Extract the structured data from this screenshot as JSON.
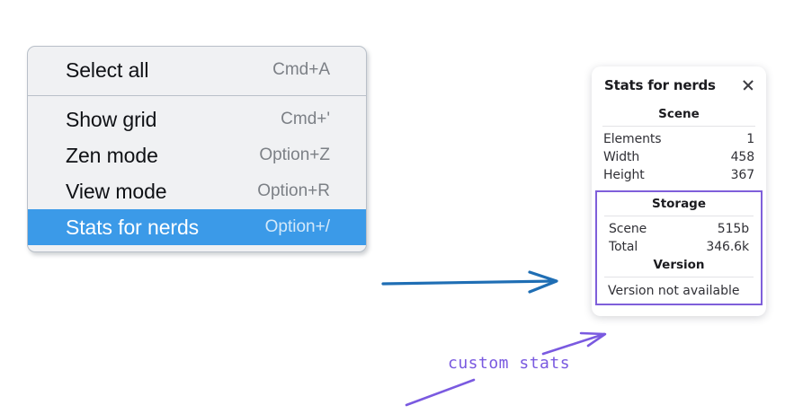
{
  "context_menu": {
    "groups": [
      {
        "items": [
          {
            "label": "Select all",
            "shortcut": "Cmd+A",
            "selected": false
          }
        ]
      },
      {
        "items": [
          {
            "label": "Show grid",
            "shortcut": "Cmd+'",
            "selected": false
          },
          {
            "label": "Zen mode",
            "shortcut": "Option+Z",
            "selected": false
          },
          {
            "label": "View mode",
            "shortcut": "Option+R",
            "selected": false
          },
          {
            "label": "Stats for nerds",
            "shortcut": "Option+/",
            "selected": true
          }
        ]
      }
    ],
    "highlight_color": "#3b9ae8"
  },
  "stats_panel": {
    "title": "Stats for nerds",
    "close_icon": "close-icon",
    "scene": {
      "heading": "Scene",
      "rows": [
        {
          "key": "Elements",
          "value": "1"
        },
        {
          "key": "Width",
          "value": "458"
        },
        {
          "key": "Height",
          "value": "367"
        }
      ]
    },
    "storage": {
      "heading": "Storage",
      "rows": [
        {
          "key": "Scene",
          "value": "515b"
        },
        {
          "key": "Total",
          "value": "346.6k"
        }
      ]
    },
    "version": {
      "heading": "Version",
      "note": "Version not available"
    },
    "highlight_border_color": "#7f5fda"
  },
  "annotations": {
    "handwritten_label": "custom stats",
    "arrow_color_blue": "#1f6eb4",
    "arrow_color_purple": "#7a5ae0"
  }
}
